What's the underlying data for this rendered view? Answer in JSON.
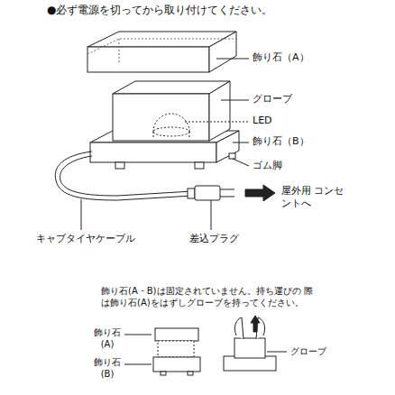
{
  "diagram": {
    "title": "●必ず電源を切ってから取り付けてください。",
    "labels": [
      "飾り石（A）",
      "グローブ",
      "LED",
      "飾り石（B）",
      "ゴム脚",
      "屋外用 コンセントへ",
      "キャブタイヤケーブル",
      "差込プラグ",
      "飾り石(A・B)は固定されていません。持ち運びの 際は飾り石(A)をはずしグローブを持ってください。",
      "飾り石 (A)",
      "飾り石 (B)",
      "グローブ"
    ]
  }
}
